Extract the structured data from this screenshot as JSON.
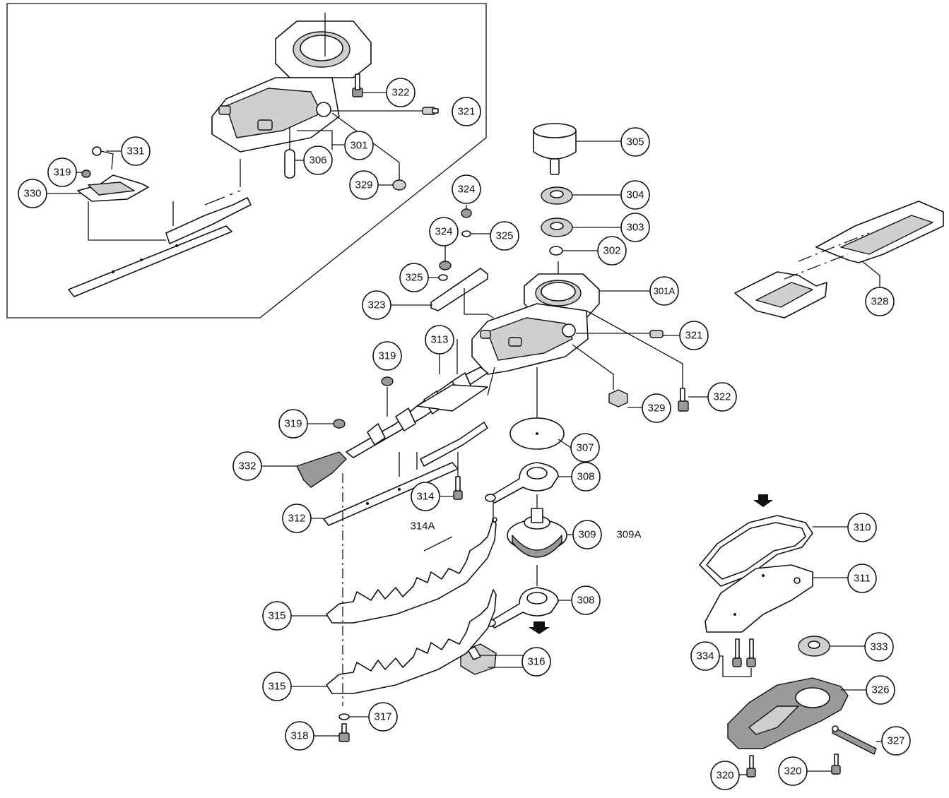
{
  "callouts": {
    "c_322_top": "322",
    "c_321_top": "321",
    "c_331": "331",
    "c_301": "301",
    "c_319_top": "319",
    "c_306": "306",
    "c_330": "330",
    "c_329_top": "329",
    "c_305": "305",
    "c_304": "304",
    "c_303": "303",
    "c_302": "302",
    "c_301A": "301A",
    "c_324_a": "324",
    "c_324_b": "324",
    "c_325_a": "325",
    "c_325_b": "325",
    "c_323": "323",
    "c_321_mid": "321",
    "c_328": "328",
    "c_313": "313",
    "c_319_mid": "319",
    "c_319_left": "319",
    "c_329_mid": "329",
    "c_322_mid": "322",
    "c_332": "332",
    "c_307": "307",
    "c_308_a": "308",
    "c_314": "314",
    "c_312": "312",
    "c_314A": "314A",
    "c_309": "309",
    "c_309A": "309A",
    "c_310": "310",
    "c_311": "311",
    "c_315_a": "315",
    "c_308_b": "308",
    "c_316": "316",
    "c_334": "334",
    "c_333": "333",
    "c_326": "326",
    "c_315_b": "315",
    "c_317": "317",
    "c_327": "327",
    "c_318": "318",
    "c_320_a": "320",
    "c_320_b": "320"
  }
}
